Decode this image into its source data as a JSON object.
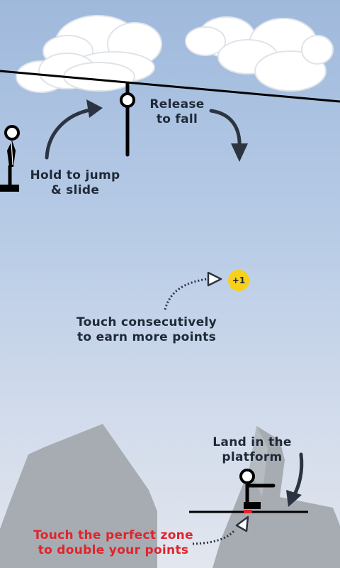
{
  "tutorial": {
    "hold": {
      "line1": "Hold to jump",
      "line2": "& slide"
    },
    "release": {
      "line1": "Release",
      "line2": "to fall"
    },
    "touch": {
      "line1": "Touch consecutively",
      "line2": "to earn more points"
    },
    "land": {
      "text": "Land in the platform"
    },
    "perfect": {
      "line1": "Touch the perfect zone",
      "line2": "to double your points"
    }
  },
  "bonus": {
    "label": "+1"
  },
  "colors": {
    "sky_top": "#9fb9dc",
    "ink": "#1f2a38",
    "accent_red": "#e0242b",
    "coin": "#f7d01c",
    "mountain": "#a7acb3"
  },
  "icons": [
    "cloud",
    "stickman",
    "zipline",
    "curved-arrow",
    "dotted-arrow",
    "coin",
    "mountain",
    "platform"
  ]
}
